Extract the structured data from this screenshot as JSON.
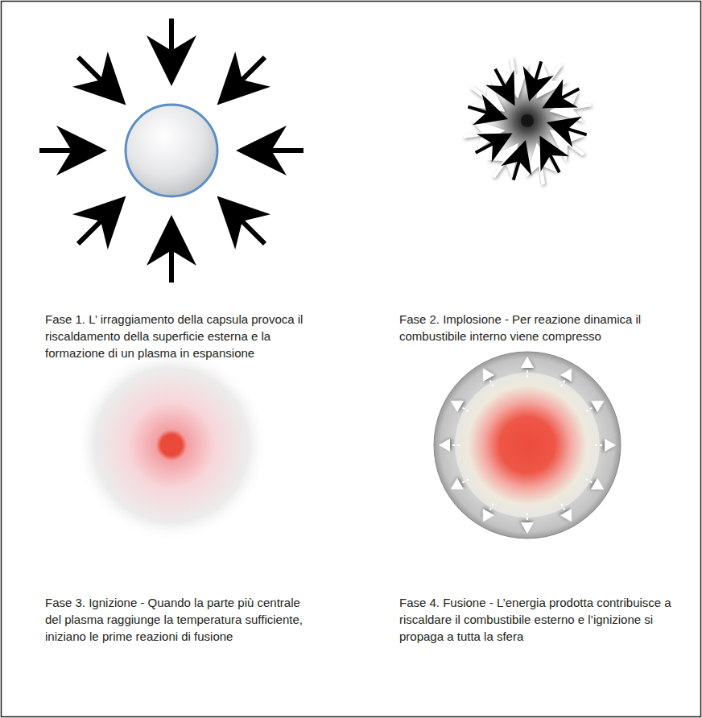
{
  "diagram": {
    "labels": [
      "Fase 1. L’ irraggiamento della capsula provoca il riscaldamento della superficie esterna e la formazione di un plasma in espansione",
      "Fase 2. Implosione - Per reazione dinamica il combustibile interno viene compresso",
      "Fase 3. Ignizione - Quando la parte più centrale del plasma raggiunge la temperatura sufficiente, iniziano le prime reazioni di fusione",
      "Fase 4. Fusione - L’energia prodotta contribuisce a riscaldare il combustibile esterno e l’ignizione si propaga a tutta la sfera"
    ]
  }
}
